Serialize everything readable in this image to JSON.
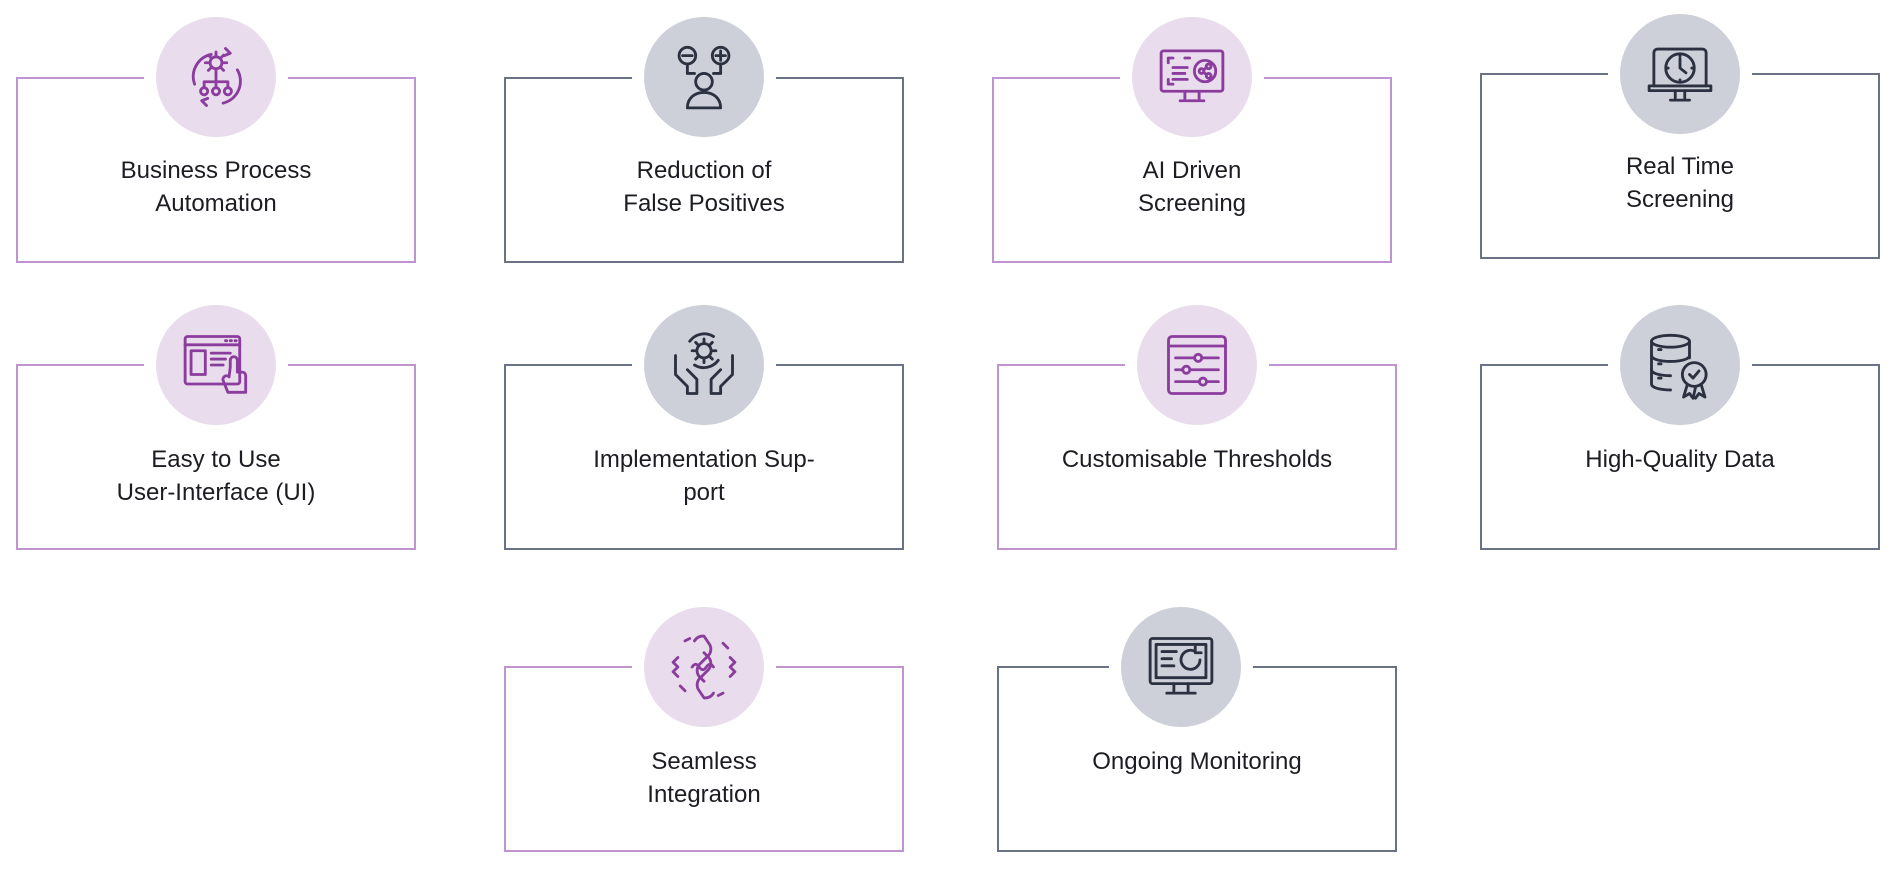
{
  "colors": {
    "purple_border": "#bf94cf",
    "gray_border": "#6b7285",
    "purple_circle": "#e9dcec",
    "gray_circle": "#cdd0d8",
    "purple_icon": "#8a3d9d",
    "gray_icon": "#2b3140"
  },
  "features": [
    {
      "label": "Business Process\nAutomation",
      "icon": "process-automation-icon"
    },
    {
      "label": "Reduction of\nFalse Positives",
      "icon": "user-plus-minus-icon"
    },
    {
      "label": "AI Driven\nScreening",
      "icon": "ai-monitor-icon"
    },
    {
      "label": "Real Time\nScreening",
      "icon": "clock-monitor-icon"
    },
    {
      "label": "Easy to Use\nUser-Interface (UI)",
      "icon": "ui-click-icon"
    },
    {
      "label": "Implementation Sup-\nport",
      "icon": "hands-gear-icon"
    },
    {
      "label": "Customisable Thresholds",
      "icon": "sliders-icon"
    },
    {
      "label": "High-Quality Data",
      "icon": "database-badge-icon"
    },
    {
      "label": "Seamless\nIntegration",
      "icon": "gear-link-icon"
    },
    {
      "label": "Ongoing Monitoring",
      "icon": "monitor-refresh-icon"
    }
  ]
}
